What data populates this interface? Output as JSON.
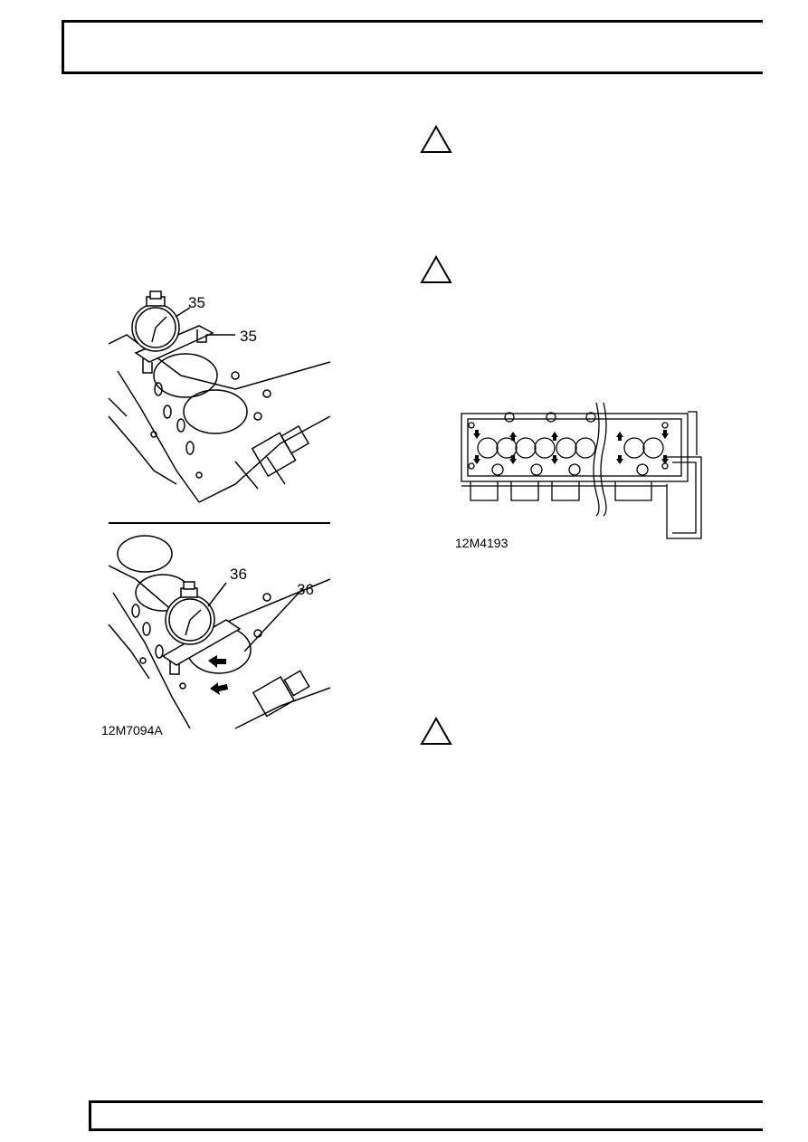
{
  "figures": {
    "left": {
      "ref": "12M7094A",
      "top_callouts": [
        "35",
        "35"
      ],
      "bottom_callouts": [
        "36",
        "36"
      ]
    },
    "right": {
      "ref": "12M4193"
    }
  },
  "caution_icons": [
    "warning-triangle-icon",
    "warning-triangle-icon",
    "warning-triangle-icon"
  ]
}
